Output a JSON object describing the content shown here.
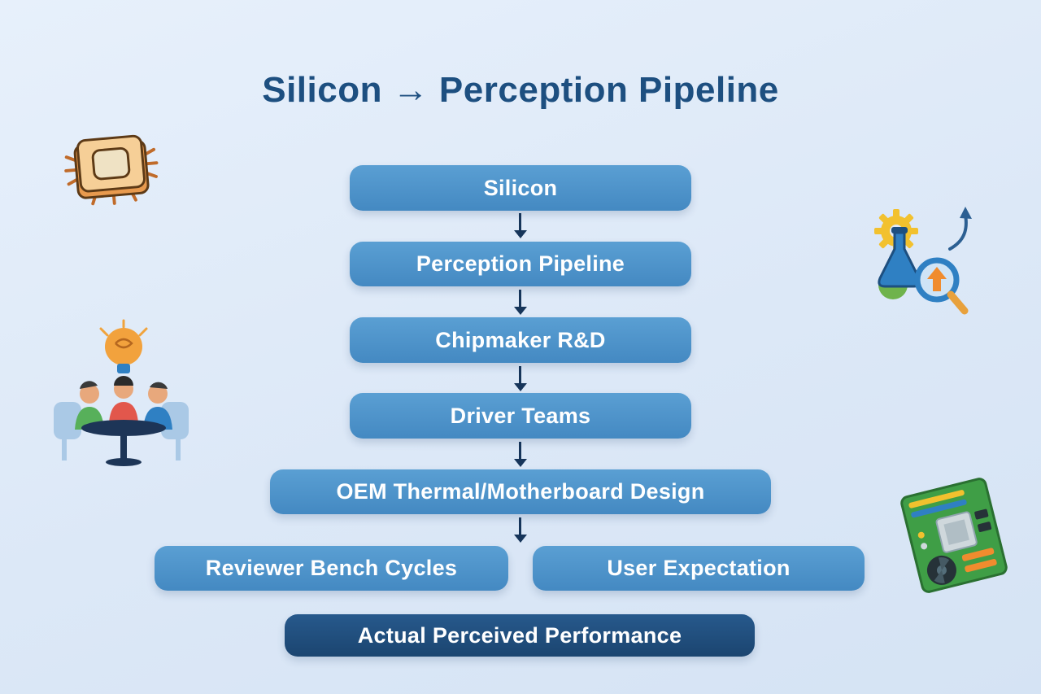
{
  "title": "Silicon → Perception Pipeline",
  "colors": {
    "background": "#dce8f7",
    "node_fill": "#4a90c8",
    "node_text": "#ffffff",
    "final_node_fill": "#1e4e7c",
    "title_text": "#1d4f80",
    "arrow": "#16355a"
  },
  "flowchart": {
    "nodes": [
      {
        "id": "silicon",
        "label": "Silicon"
      },
      {
        "id": "perception-pipeline",
        "label": "Perception Pipeline"
      },
      {
        "id": "chipmaker-rd",
        "label": "Chipmaker R&D"
      },
      {
        "id": "driver-teams",
        "label": "Driver Teams"
      },
      {
        "id": "oem-design",
        "label": "OEM Thermal/Motherboard Design"
      },
      {
        "id": "reviewer-bench-cycles",
        "label": "Reviewer Bench Cycles"
      },
      {
        "id": "user-expectation",
        "label": "User Expectation"
      },
      {
        "id": "actual-performance",
        "label": "Actual Perceived Performance"
      }
    ]
  },
  "decorations": [
    {
      "name": "cpu-chip-icon"
    },
    {
      "name": "research-flask-icon"
    },
    {
      "name": "team-meeting-icon"
    },
    {
      "name": "motherboard-icon"
    }
  ]
}
